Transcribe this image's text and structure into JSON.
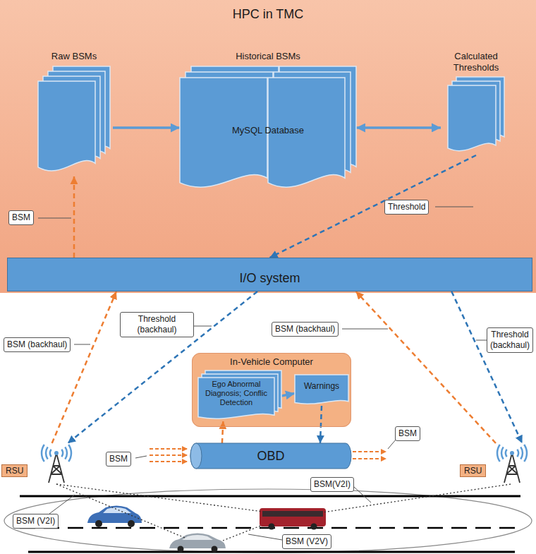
{
  "diagram": {
    "nodes": [
      {
        "text": [
          "HPC in TMC"
        ]
      },
      {
        "text": [
          "Raw BSMs"
        ],
        "in": 0
      },
      {
        "text": [
          "Historical BSMs",
          "MySQL Database"
        ],
        "in": 0
      },
      {
        "text": [
          "Calculated Thresholds"
        ],
        "in": 0
      },
      {
        "text": [
          "I/O system"
        ],
        "in": 0
      },
      {
        "text": [
          "RSU"
        ]
      },
      {
        "text": [
          "In-Vehicle Computer"
        ]
      },
      {
        "text": [
          "Ego Abnormal Diagnosis; Conflic Detection"
        ],
        "in": 6
      },
      {
        "text": [
          "Warnings"
        ],
        "in": 6
      },
      {
        "text": [
          "OBD"
        ]
      },
      {
        "text": [
          "RSU"
        ]
      }
    ],
    "edges": [
      {
        "from": 1,
        "to": 2,
        "arrow": "to"
      },
      {
        "from": 2,
        "to": 3,
        "arrow": "both"
      },
      {
        "from": 4,
        "to": 1,
        "label": "BSM",
        "arrow": "to"
      },
      {
        "from": 3,
        "to": 4,
        "label": "Threshold",
        "arrow": "to"
      },
      {
        "from": 5,
        "to": 4,
        "label": "BSM (backhaul)",
        "arrow": "to"
      },
      {
        "from": 4,
        "to": 5,
        "label": "Threshold (backhaul)",
        "arrow": "to"
      },
      {
        "from": 10,
        "to": 4,
        "label": "BSM (backhaul)",
        "arrow": "to"
      },
      {
        "from": 4,
        "to": 10,
        "label": "Threshold (backhaul)",
        "arrow": "to"
      },
      {
        "from": 7,
        "to": 8,
        "arrow": "to"
      },
      {
        "from": 9,
        "to": 7,
        "arrow": "to"
      },
      {
        "from": 8,
        "to": 9,
        "arrow": "to"
      }
    ],
    "labels": [
      "BSM",
      "BSM",
      "BSM (V2I)",
      "BSM(V2I)",
      "BSM (V2V)"
    ]
  }
}
